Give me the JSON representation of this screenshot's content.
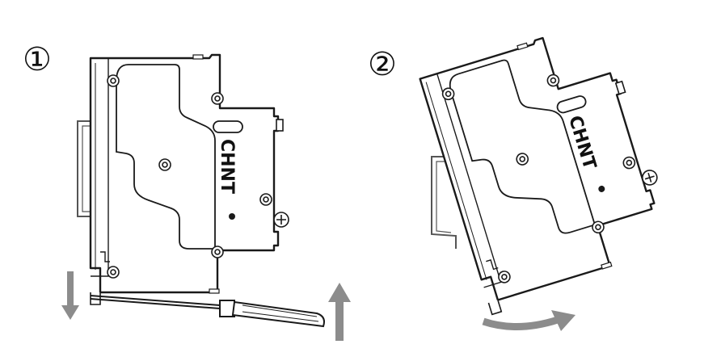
{
  "steps": [
    {
      "number": "①",
      "brand": "CHNT"
    },
    {
      "number": "②",
      "brand": "CHNT"
    }
  ],
  "colors": {
    "line": "#1a1a1a",
    "rail": "#555555",
    "arrow": "#8c8c8c",
    "background": "#ffffff"
  },
  "icons": [
    "down-arrow-icon",
    "up-arrow-icon",
    "rotate-arrow-icon",
    "screwdriver-icon"
  ]
}
